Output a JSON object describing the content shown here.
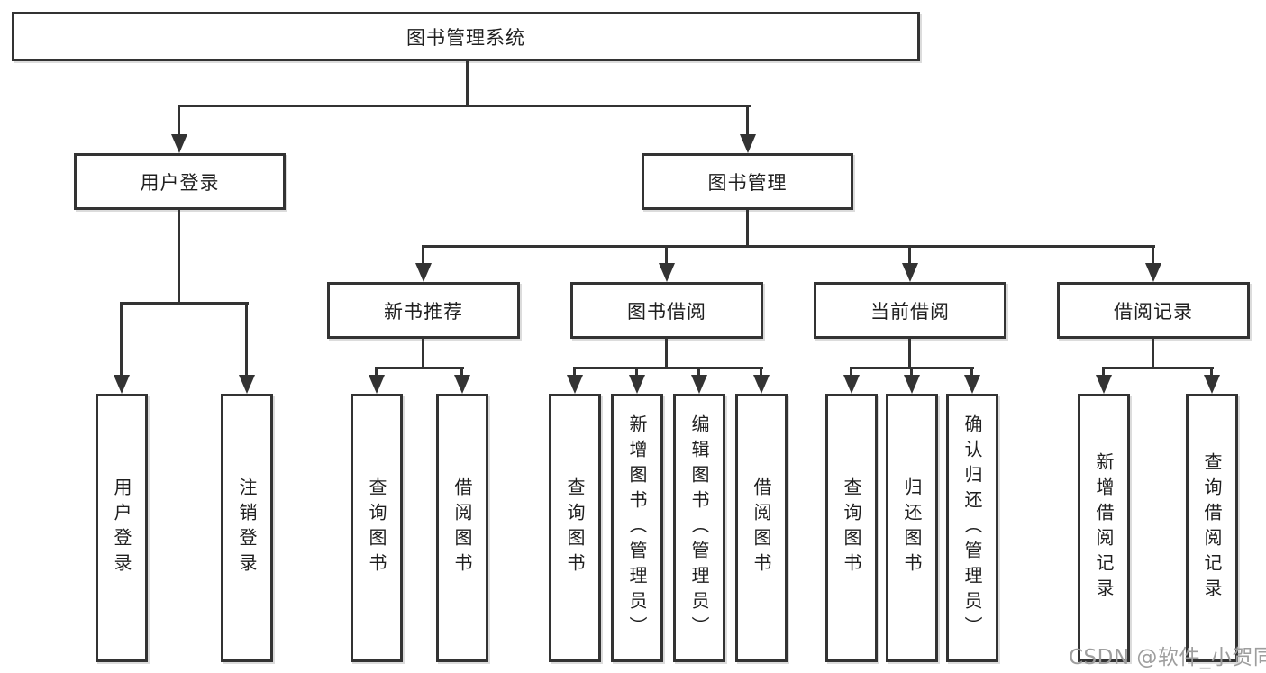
{
  "page": {
    "background": "#ffffff"
  },
  "colors": {
    "line": "#333333",
    "box_border": "#333333",
    "text": "#1f1f1f",
    "watermark": "#9e9e9e"
  },
  "watermark": {
    "text": "CSDN @软件_小贺同学"
  },
  "tree": {
    "label": "图书管理系统",
    "children": [
      {
        "label": "用户登录",
        "children": [
          {
            "label": "用户登录"
          },
          {
            "label": "注销登录"
          }
        ]
      },
      {
        "label": "图书管理",
        "children": [
          {
            "label": "新书推荐",
            "children": [
              {
                "label": "查询图书"
              },
              {
                "label": "借阅图书"
              }
            ]
          },
          {
            "label": "图书借阅",
            "children": [
              {
                "label": "查询图书"
              },
              {
                "label": "新增图书（管理员）"
              },
              {
                "label": "编辑图书（管理员）"
              },
              {
                "label": "借阅图书"
              }
            ]
          },
          {
            "label": "当前借阅",
            "children": [
              {
                "label": "查询图书"
              },
              {
                "label": "归还图书"
              },
              {
                "label": "确认归还（管理员）"
              }
            ]
          },
          {
            "label": "借阅记录",
            "children": [
              {
                "label": "新增借阅记录"
              },
              {
                "label": "查询借阅记录"
              }
            ]
          }
        ]
      }
    ]
  }
}
